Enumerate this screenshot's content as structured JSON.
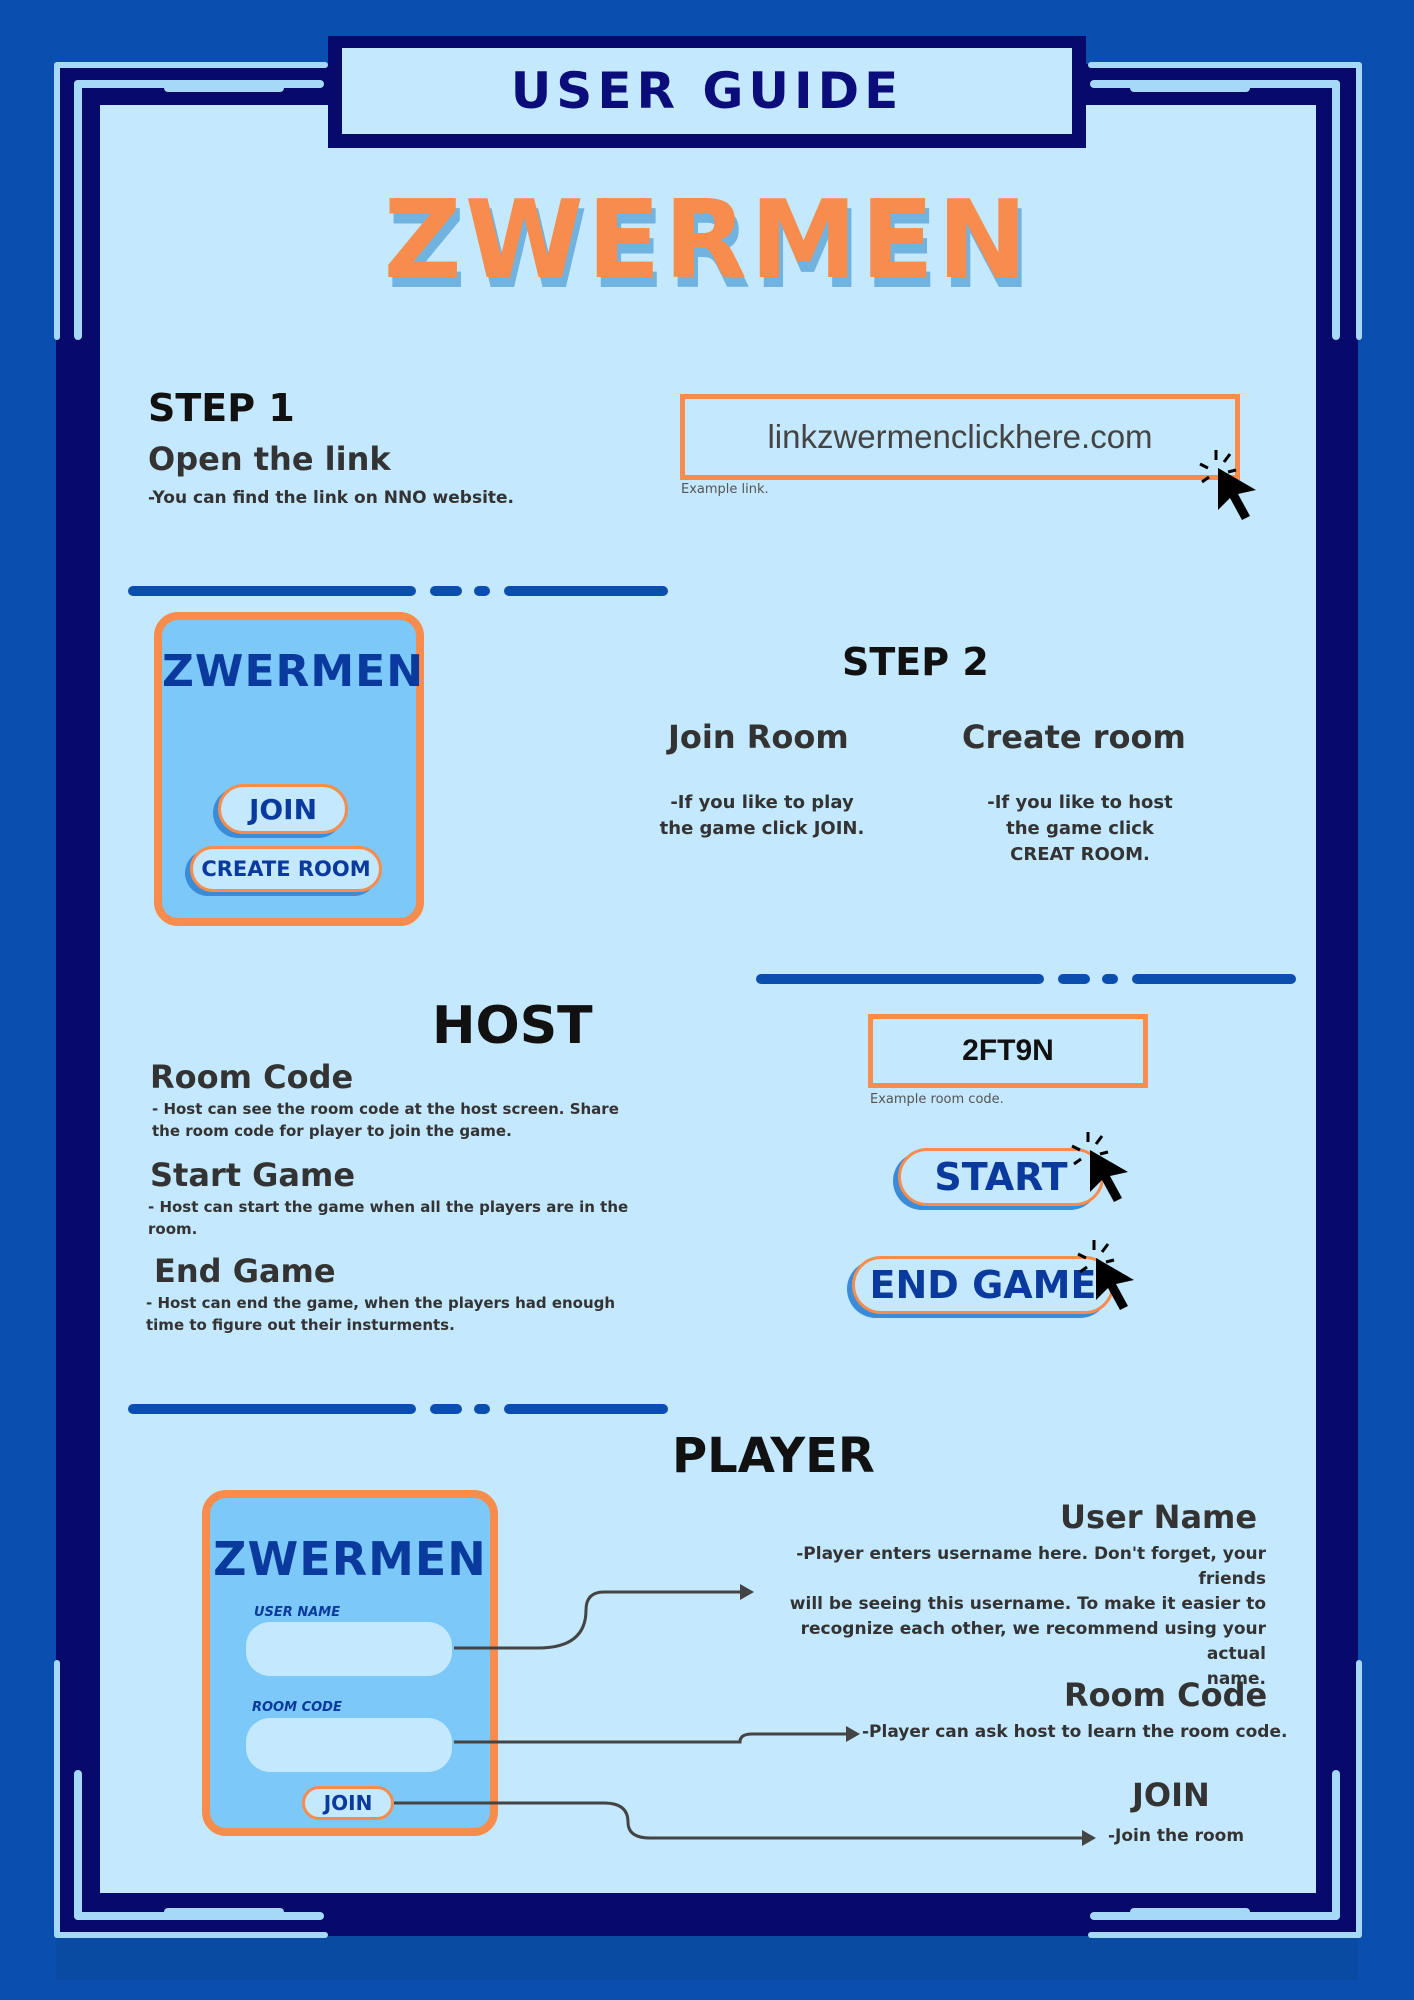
{
  "header": {
    "title": "USER GUIDE",
    "logo": "ZWERMEN"
  },
  "step1": {
    "heading": "STEP 1",
    "subheading": "Open the link",
    "desc": "-You can find the link on NNO website.",
    "link_text": "linkzwermenclickhere.com",
    "caption": "Example link."
  },
  "step2": {
    "heading": "STEP 2",
    "card": {
      "logo": "ZWERMEN",
      "join": "JOIN",
      "create": "CREATE ROOM"
    },
    "join": {
      "title": "Join Room",
      "desc_1": "-If you like to play",
      "desc_2": "the game click JOIN."
    },
    "create": {
      "title": "Create room",
      "desc_1": "-If you like to host",
      "desc_2": "the game click",
      "desc_3": "CREAT ROOM."
    }
  },
  "host": {
    "heading": "HOST",
    "room_code": {
      "title": "Room Code",
      "desc_1": "- Host can see the room code at the host screen. Share",
      "desc_2": "the room code for player to join the game."
    },
    "start_game": {
      "title": "Start Game",
      "desc_1": "- Host can start the game when all the players are in the",
      "desc_2": "room."
    },
    "end_game": {
      "title": "End Game",
      "desc_1": "- Host can end the game, when the players had enough",
      "desc_2": "time to figure out their insturments."
    },
    "code_value": "2FT9N",
    "code_caption": "Example room code.",
    "start_button": "START",
    "end_button": "END GAME"
  },
  "player": {
    "heading": "PLAYER",
    "card": {
      "logo": "ZWERMEN",
      "username_label": "USER NAME",
      "roomcode_label": "ROOM CODE",
      "join": "JOIN"
    },
    "username": {
      "title": "User Name",
      "desc_1": "-Player enters username here. Don't forget, your friends",
      "desc_2": "will be seeing this username. To make it easier to",
      "desc_3": "recognize each other, we recommend using your actual",
      "desc_4": "name."
    },
    "room_code": {
      "title": "Room Code",
      "desc": "-Player can ask host to learn the room code."
    },
    "join": {
      "title": "JOIN",
      "desc": "-Join the room"
    }
  },
  "colors": {
    "navy": "#070a6b",
    "blue": "#0a4fb0",
    "light": "#c4e8fd",
    "orange": "#f78c4c",
    "sky": "#7cc8f8"
  },
  "icons": [
    "click-cursor-icon",
    "arrow-icon"
  ]
}
